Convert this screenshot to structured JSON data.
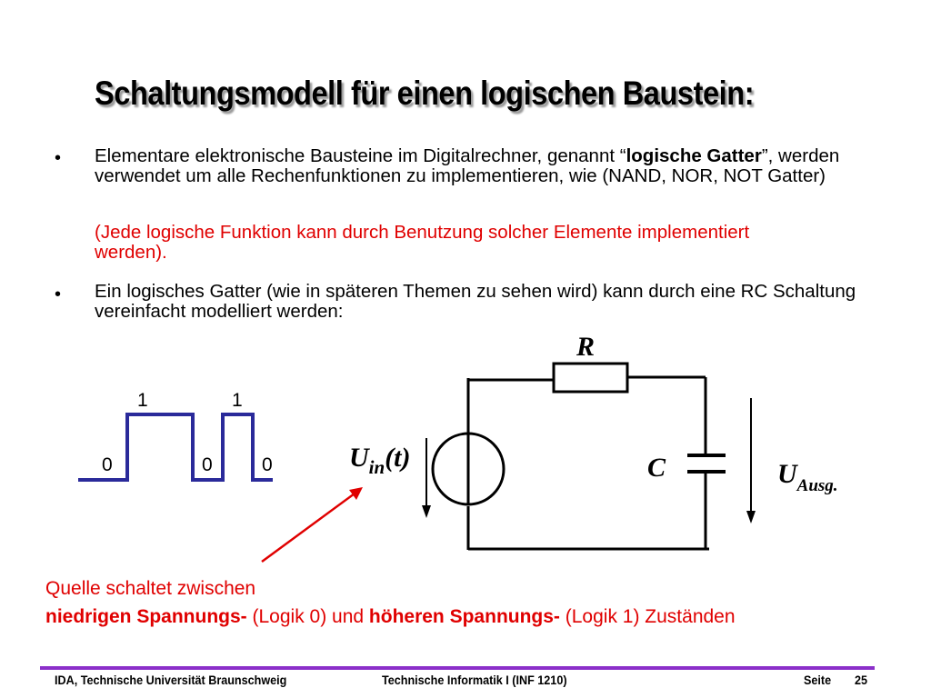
{
  "title": "Schaltungsmodell für einen logischen Baustein:",
  "bullet_symbol": "•",
  "bullet1": {
    "part1": "Elementare elektronische Bausteine im Digitalrechner, genannt “",
    "bold": "logische Gatter",
    "part2": "”, werden verwendet um alle Rechenfunktionen zu implementieren, wie (NAND, NOR, NOT Gatter)",
    "note": "(Jede logische Funktion kann durch Benutzung solcher Elemente implementiert werden)."
  },
  "bullet2": {
    "text": "Ein logisches Gatter (wie in späteren Themen zu sehen wird) kann durch eine RC Schaltung vereinfacht modelliert werden:"
  },
  "waveform": {
    "high_label_1": "1",
    "high_label_2": "1",
    "low_label_1": "0",
    "low_label_2": "0",
    "low_label_3": "0",
    "line_color": "#2a2a9a"
  },
  "circuit": {
    "resistor_label": "R",
    "capacitor_label": "C",
    "source_label_main": "U",
    "source_label_sub": "in",
    "source_label_arg": "(t)",
    "output_label_main": "U",
    "output_label_sub": "Ausg."
  },
  "annotation": {
    "line1": "Quelle schaltet zwischen",
    "line2_bold1": "niedrigen Spannungs-",
    "line2_text1": " (Logik 0) und ",
    "line2_bold2": "höheren Spannungs-",
    "line2_text2": "  (Logik 1) Zuständen",
    "color": "#e00000"
  },
  "footer": {
    "left": "IDA, Technische Universität Braunschweig",
    "center": "Technische Informatik I (INF 1210)",
    "page_label": "Seite",
    "page_number": "25",
    "rule_color": "#8b2fc9"
  }
}
